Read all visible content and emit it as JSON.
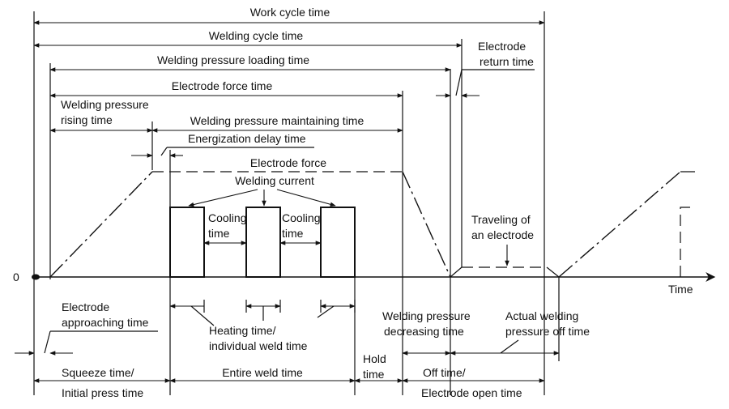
{
  "labels": {
    "work_cycle_time": "Work cycle time",
    "welding_cycle_time": "Welding cycle time",
    "electrode_return_1": "Electrode",
    "electrode_return_2": "return time",
    "welding_pressure_loading_time": "Welding pressure loading time",
    "electrode_force_time": "Electrode force time",
    "welding_pressure_rising_1": "Welding pressure",
    "welding_pressure_rising_2": "rising time",
    "welding_pressure_maintaining_time": "Welding pressure maintaining time",
    "energization_delay_time": "Energization delay time",
    "electrode_force": "Electrode force",
    "welding_current": "Welding current",
    "cooling_1": "Cooling",
    "cooling_2": "time",
    "traveling_1": "Traveling of",
    "traveling_2": "an electrode",
    "zero": "0",
    "time_axis": "Time",
    "electrode_approaching_1": "Electrode",
    "electrode_approaching_2": "approaching time",
    "heating_1": "Heating time/",
    "heating_2": "individual weld time",
    "welding_pressure_decreasing_1": "Welding pressure",
    "welding_pressure_decreasing_2": "decreasing time",
    "actual_off_1": "Actual welding",
    "actual_off_2": "pressure off time",
    "hold_1": "Hold",
    "hold_2": "time",
    "squeeze_1": "Squeeze time/",
    "squeeze_2": "Initial press time",
    "entire_weld_time": "Entire weld time",
    "off_time_1": "Off time/",
    "off_time_2": "Electrode open  time"
  }
}
